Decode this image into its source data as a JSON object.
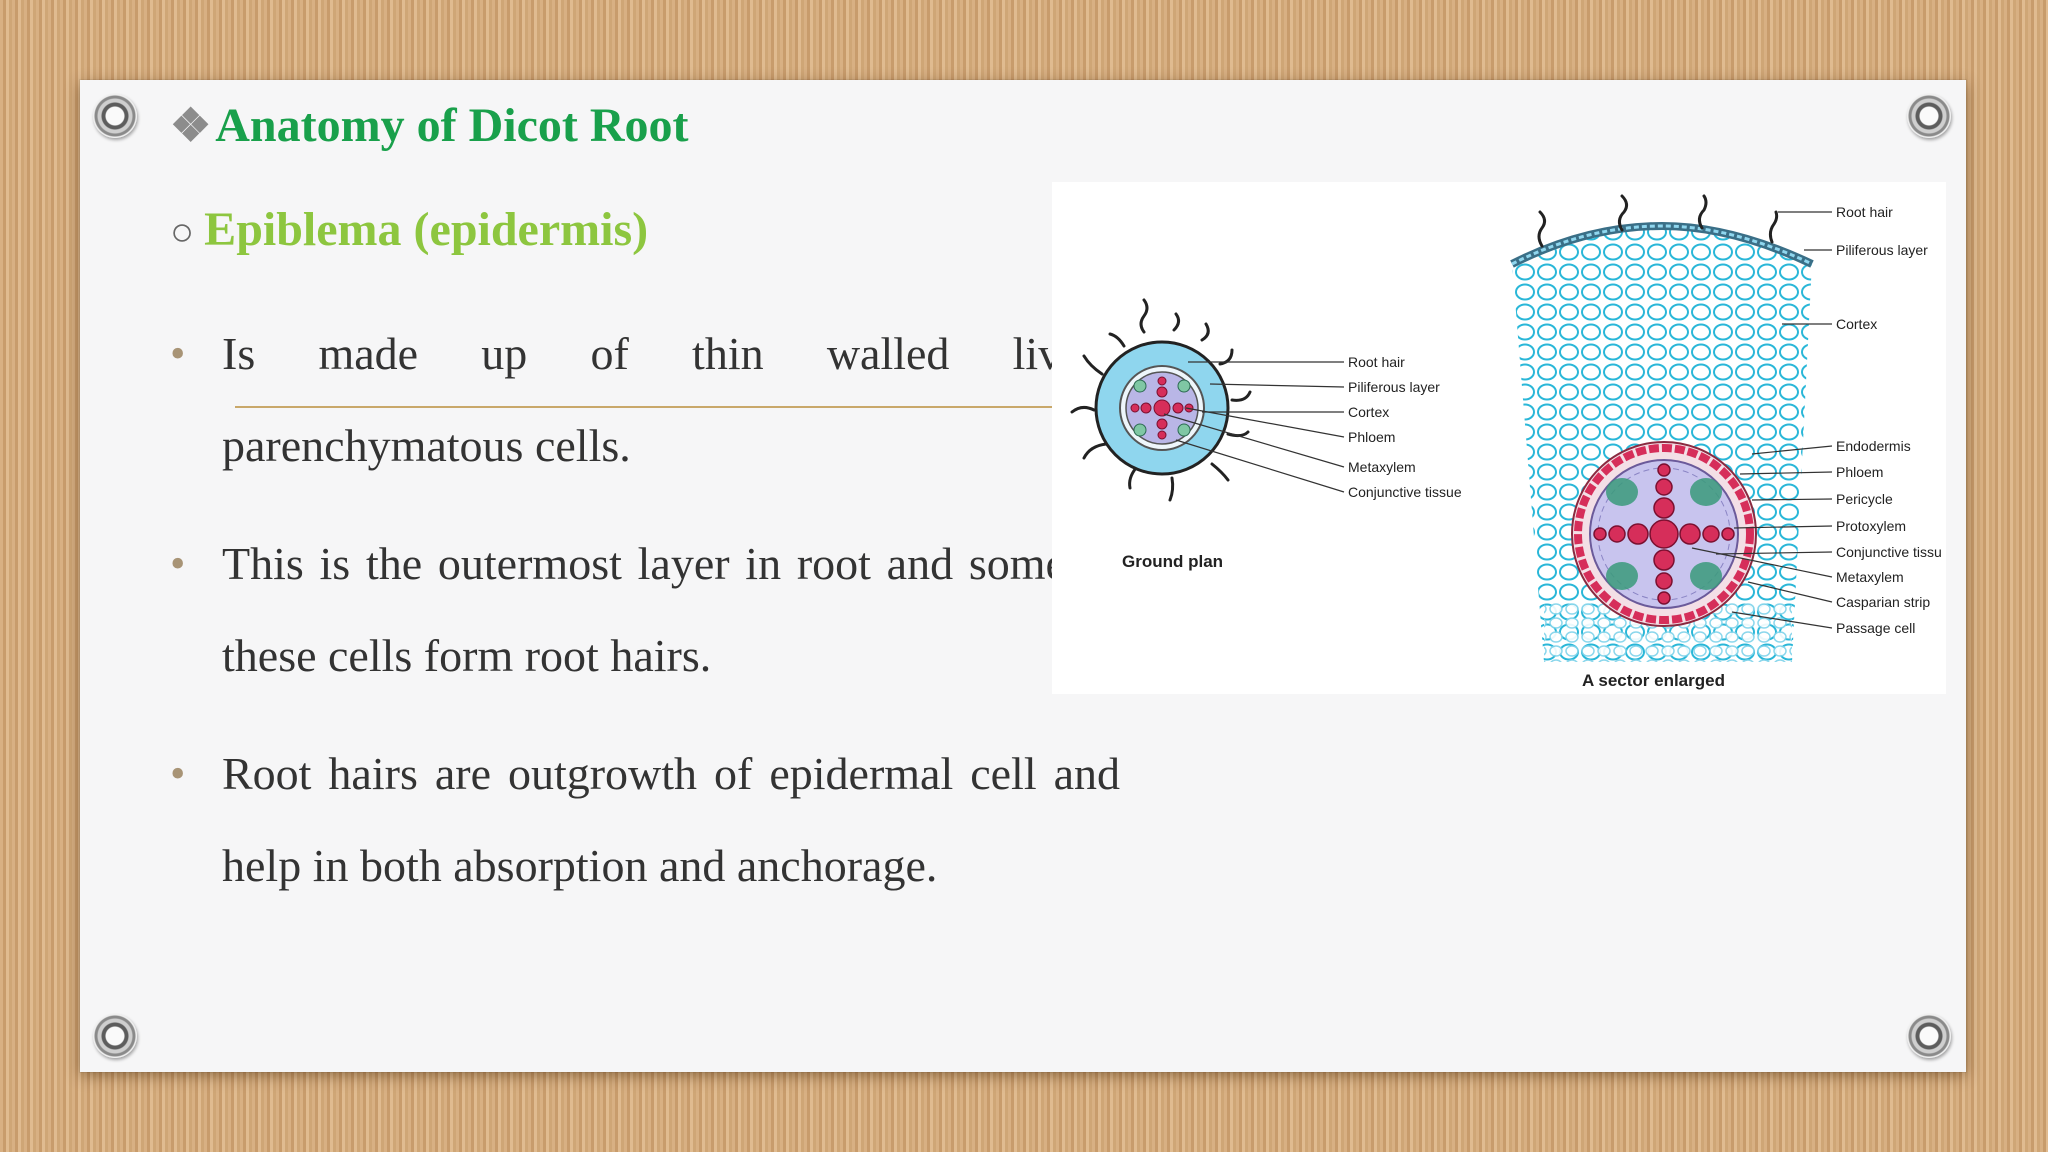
{
  "slide": {
    "title_icon": "diamond-cluster-icon",
    "title": "Anatomy of Dicot Root",
    "subtitle_icon": "hollow-circle-icon",
    "subtitle": "Epiblema (epidermis)",
    "bullets": [
      "Is made up of thin walled living parenchymatous cells.",
      "This is the outermost layer in root and some of these cells form root hairs.",
      "Root hairs are outgrowth of epidermal cell and help in both absorption and anchorage."
    ]
  },
  "diagram": {
    "ground_plan_caption": "Ground plan",
    "sector_caption": "A sector enlarged",
    "ground_plan_labels": [
      "Root hair",
      "Piliferous layer",
      "Cortex",
      "Phloem",
      "Metaxylem",
      "Conjunctive tissue"
    ],
    "sector_labels": [
      "Root hair",
      "Piliferous layer",
      "Cortex",
      "Endodermis",
      "Phloem",
      "Pericycle",
      "Protoxylem",
      "Conjunctive tissu",
      "Metaxylem",
      "Casparian strip",
      "Passage cell"
    ]
  },
  "colors": {
    "title": "#19a04b",
    "subtitle": "#8dc63f",
    "body_text": "#333333",
    "cortex_blue": "#3cc4e0",
    "xylem_red": "#d62e5a"
  }
}
